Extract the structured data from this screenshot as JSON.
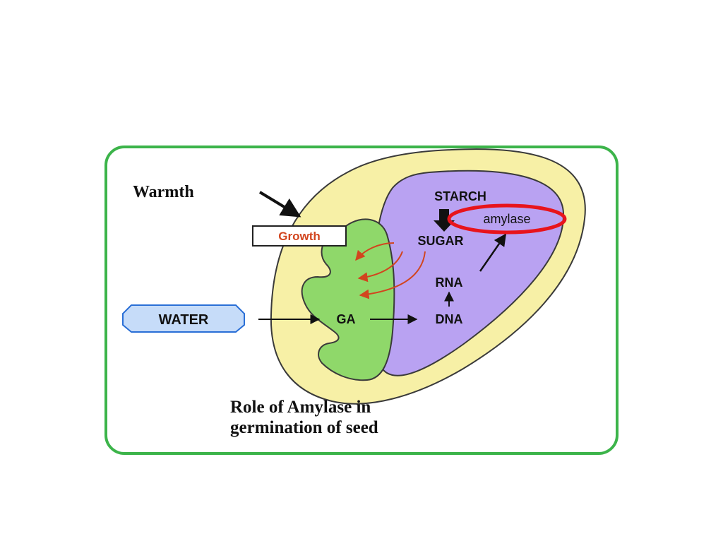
{
  "diagram": {
    "labels": {
      "warmth": "Warmth",
      "growth": "Growth",
      "water": "WATER",
      "ga": "GA",
      "dna": "DNA",
      "rna": "RNA",
      "sugar": "SUGAR",
      "starch": "STARCH",
      "amylase": "amylase"
    },
    "caption": {
      "line1": "Role of Amylase in",
      "line2": "germination of seed"
    },
    "colors": {
      "frame": "#3cb44a",
      "seed_coat": "#f7f0a6",
      "endosperm": "#b9a2f2",
      "embryo": "#8fd86a",
      "highlight": "#e8141c",
      "red_arrows": "#d2451e",
      "water_fill": "#c6dcf9",
      "water_stroke": "#2a6fd6"
    }
  }
}
